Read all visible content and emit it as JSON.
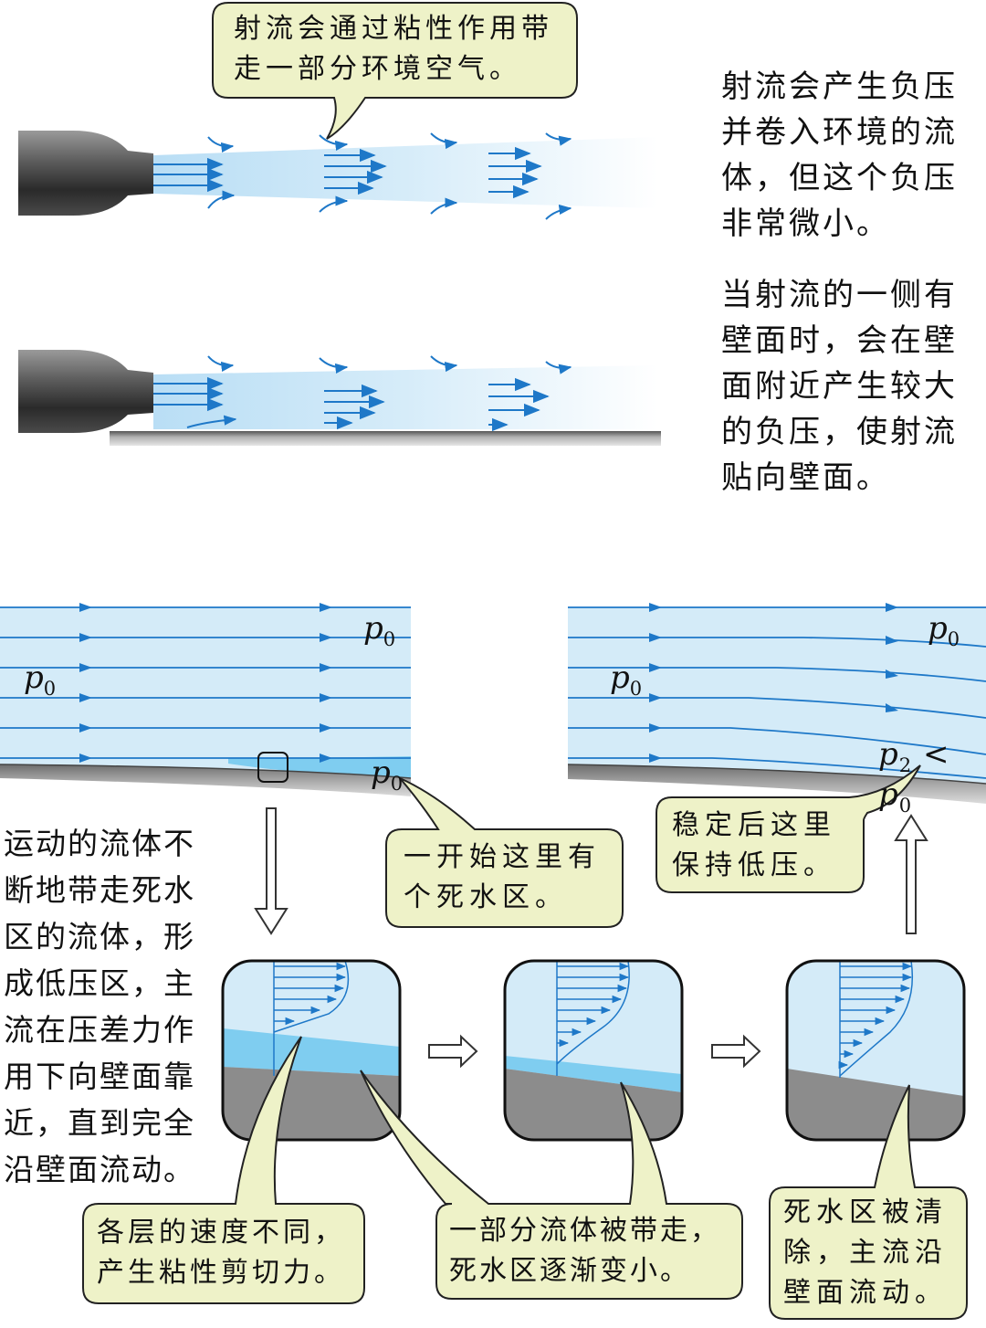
{
  "texts": {
    "bubble_top": "射流会通过粘性作用带\n走一部分环境空气。",
    "right_top": "射流会产生负压\n并卷入环境的流\n体，但这个负压\n非常微小。",
    "right_mid": "当射流的一侧有\n壁面时，会在壁\n面附近产生较大\n的负压，使射流\n贴向壁面。",
    "bubble_dead_zone": "一开始这里有\n个死水区。",
    "bubble_stable": "稳定后这里\n保持低压。",
    "left_side": "运动的流体不\n断地带走死水\n区的流体，形\n成低压区，主\n流在压差力作\n用下向壁面靠\n近，直到完全\n沿壁面流动。",
    "bubble_shear": "各层的速度不同，\n产生粘性剪切力。",
    "bubble_carried": "一部分流体被带走，\n死水区逐渐变小。",
    "bubble_cleared": "死水区被清\n除，主流沿\n壁面流动。"
  },
  "labels": {
    "p": "p",
    "sub0": "0",
    "sub2": "2",
    "lt": "<"
  },
  "colors": {
    "flow_fill": "#d4ebf8",
    "dead_zone": "#7fcdf0",
    "streamline": "#1e78c8",
    "callout_fill": "#eef2c8",
    "wall_gray": "#8c8c8c"
  }
}
